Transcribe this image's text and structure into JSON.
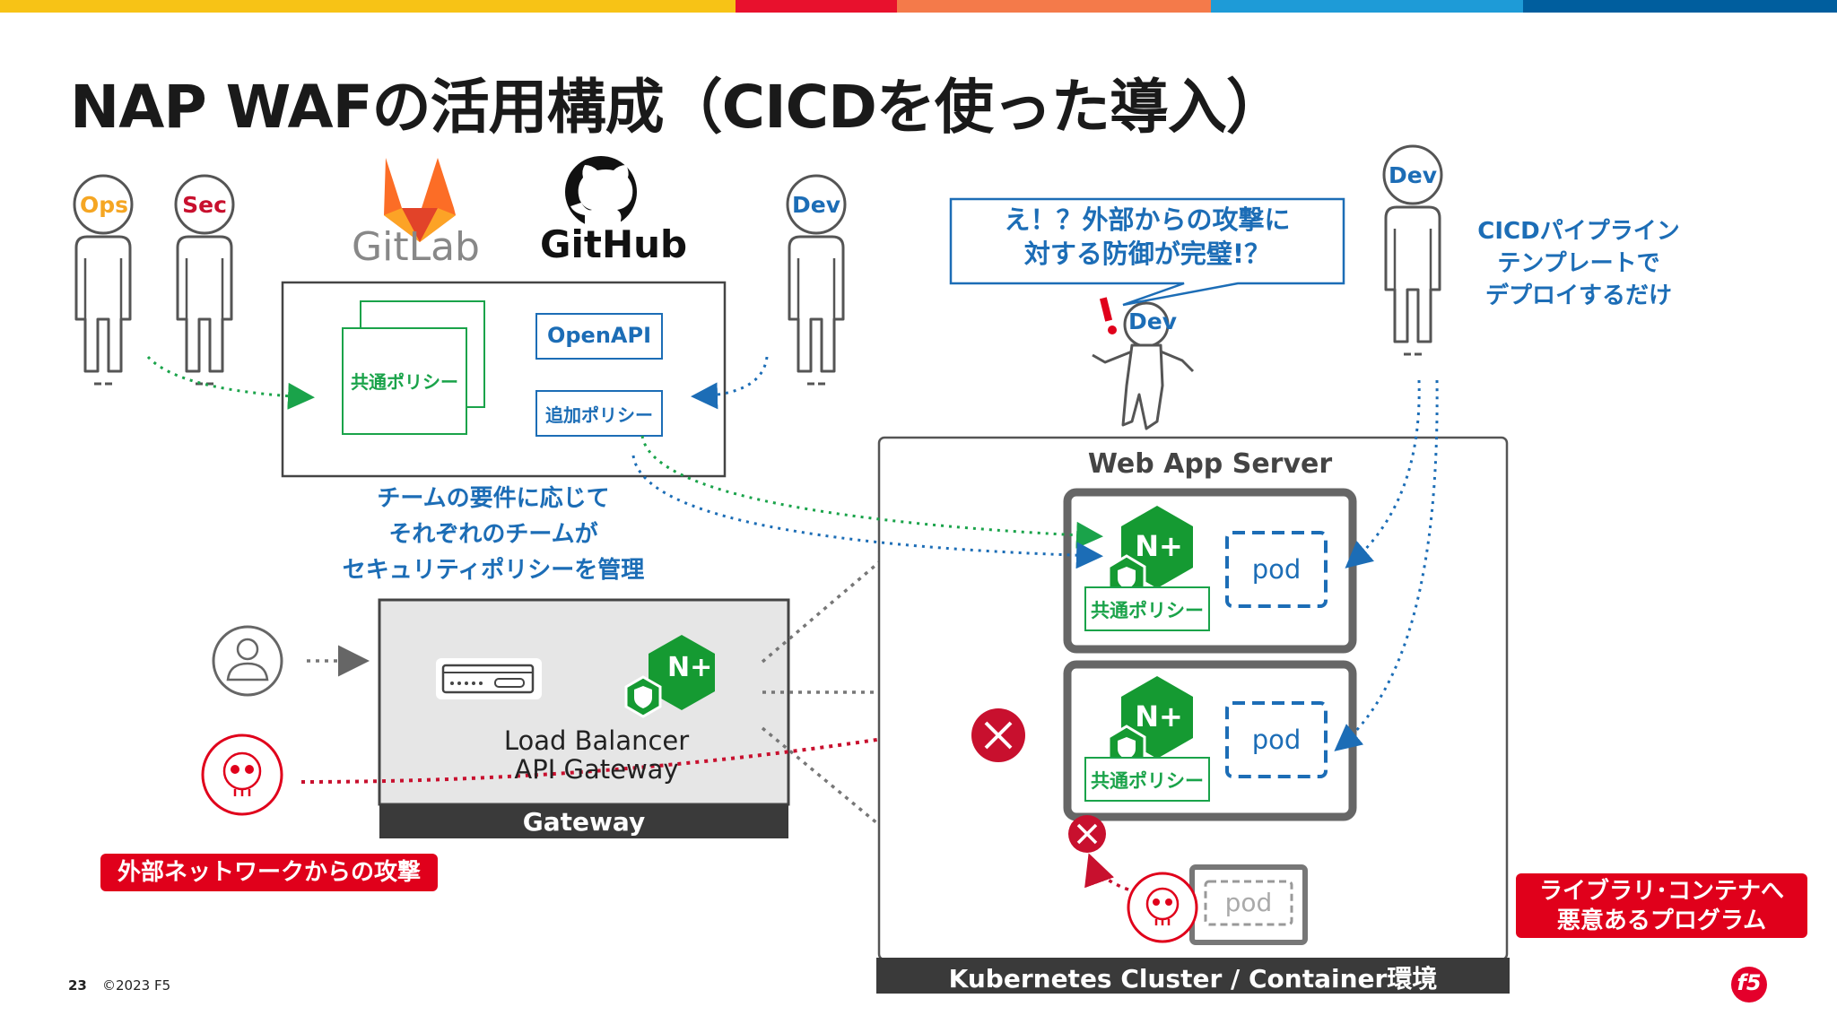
{
  "slide": {
    "title": "NAP WAFの活用構成（CICDを使った導入）",
    "page_number": "23",
    "copyright": "©2023 F5",
    "logo_text": "f5"
  },
  "colors": {
    "bar": [
      "#f7c316",
      "#e8112d",
      "#f47a4a",
      "#1e9bd7",
      "#005e9e"
    ],
    "green": "#1aa34a",
    "blue": "#1c6db6",
    "red": "#e0001b",
    "nginx_green": "#159a32",
    "gray": "#555555"
  },
  "people": {
    "ops": "Ops",
    "sec": "Sec",
    "dev_left": "Dev",
    "dev_hit": "Dev",
    "dev_right": "Dev"
  },
  "logos": {
    "gitlab": "GitLab",
    "github": "GitHub"
  },
  "repo": {
    "common_policy": "共通ポリシー",
    "openapi": "OpenAPI",
    "additional_policy": "追加ポリシー"
  },
  "notes": {
    "team_policy": [
      "チームの要件に応じて",
      "それぞれのチームが",
      "セキュリティポリシーを管理"
    ],
    "cicd": [
      "CICDパイプライン",
      "テンプレートで",
      "デプロイするだけ"
    ],
    "speech": [
      "え！？外部からの攻撃に",
      "対する防御が完璧!？"
    ]
  },
  "gateway": {
    "lb_line1": "Load Balancer",
    "lb_line2": "API Gateway",
    "footer_label": "Gateway",
    "nplus": "N+"
  },
  "cluster": {
    "web_app_server": "Web App Server",
    "footer_label": "Kubernetes Cluster / Container環境",
    "pod_label": "pod",
    "policy_label": "共通ポリシー",
    "nplus": "N+"
  },
  "tags": {
    "external_attack": "外部ネットワークからの攻撃",
    "malicious": [
      "ライブラリ･コンテナへ",
      "悪意あるプログラム"
    ]
  }
}
